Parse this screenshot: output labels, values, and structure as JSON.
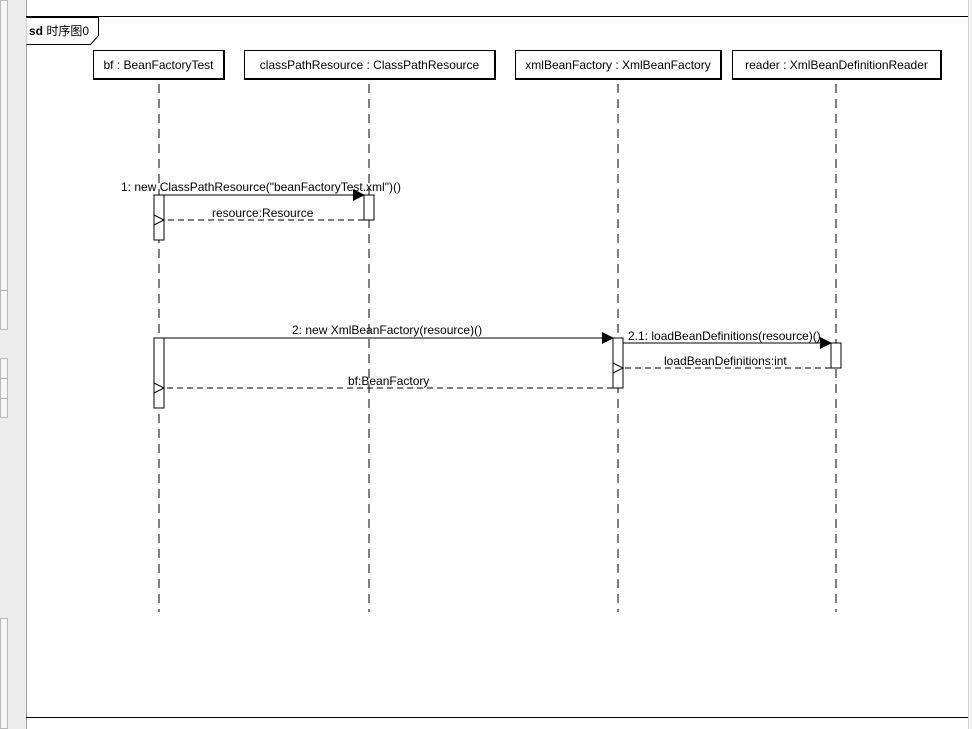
{
  "frame": {
    "keyword": "sd",
    "name": "时序图0"
  },
  "lifelines": [
    {
      "id": "bf",
      "label": "bf : BeanFactoryTest"
    },
    {
      "id": "cpr",
      "label": "classPathResource : ClassPathResource"
    },
    {
      "id": "xbf",
      "label": "xmlBeanFactory : XmlBeanFactory"
    },
    {
      "id": "reader",
      "label": "reader : XmlBeanDefinitionReader"
    }
  ],
  "messages": [
    {
      "id": "m1",
      "label": "1: new ClassPathResource(\"beanFactoryTest.xml\")()",
      "from": "bf",
      "to": "cpr",
      "kind": "call"
    },
    {
      "id": "r1",
      "label": "resource:Resource",
      "from": "cpr",
      "to": "bf",
      "kind": "return"
    },
    {
      "id": "m2",
      "label": "2: new XmlBeanFactory(resource)()",
      "from": "bf",
      "to": "xbf",
      "kind": "call"
    },
    {
      "id": "m21",
      "label": "2.1: loadBeanDefinitions(resource)()",
      "from": "xbf",
      "to": "reader",
      "kind": "call"
    },
    {
      "id": "r21",
      "label": "loadBeanDefinitions:int",
      "from": "reader",
      "to": "xbf",
      "kind": "return"
    },
    {
      "id": "r2",
      "label": "bf:BeanFactory",
      "from": "xbf",
      "to": "bf",
      "kind": "return"
    }
  ]
}
